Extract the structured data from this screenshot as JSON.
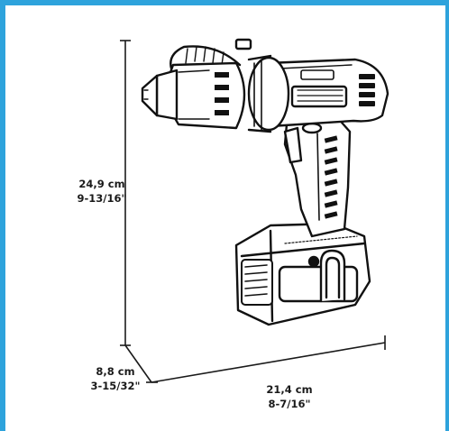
{
  "frame": {
    "border_color": "#2ea3dc"
  },
  "dimensions": {
    "height": {
      "metric": "24,9 cm",
      "imperial": "9-13/16\""
    },
    "depth": {
      "metric": "8,8 cm",
      "imperial": "3-15/32\""
    },
    "width": {
      "metric": "21,4 cm",
      "imperial": "8-7/16\""
    }
  },
  "product": {
    "icon": "cordless-drill-with-battery-icon",
    "line_color": "#111111"
  }
}
